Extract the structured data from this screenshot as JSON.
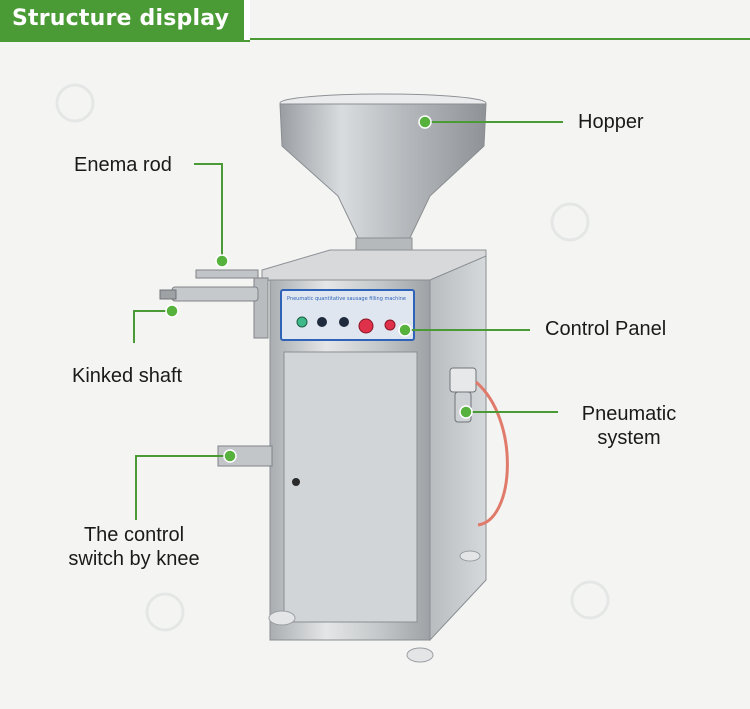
{
  "header": {
    "title": "Structure display"
  },
  "colors": {
    "accent": "#4a9b35",
    "steel": "#c9ccce",
    "panel": "#2f63b8",
    "hose": "#e07a6a"
  },
  "labels": {
    "hopper": "Hopper",
    "enema_rod": "Enema rod",
    "control_panel": "Control Panel",
    "kinked_shaft": "Kinked shaft",
    "pneumatic_line1": "Pneumatic",
    "pneumatic_line2": "system",
    "knee_line1": "The control",
    "knee_line2": "switch by knee"
  },
  "panel_text": "Pneumatic quantitative sausage filling machine"
}
